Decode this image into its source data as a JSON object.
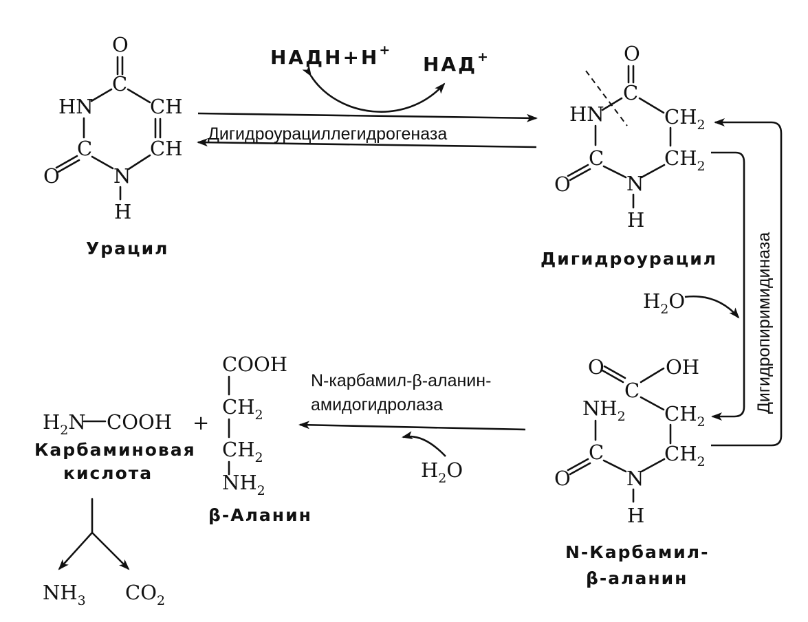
{
  "uracil": {
    "atom_o_top": "O",
    "atom_c4": "C",
    "atom_hn": "HN",
    "atom_ch5": "CH",
    "atom_ch6": "CH",
    "atom_c2": "C",
    "atom_o_left": "O",
    "atom_n1": "N",
    "atom_h": "H",
    "caption": "Урацил"
  },
  "reaction1": {
    "cofactor_left": "НАДН+Н",
    "cofactor_left_sup": "+",
    "cofactor_right": "НАД",
    "cofactor_right_sup": "+",
    "enzyme": "Дигидроурациллегидрогеназа"
  },
  "dihydrouracil": {
    "atom_o_top": "O",
    "atom_c4": "C",
    "atom_hn": "HN",
    "atom_ch2_a": "CH",
    "atom_ch2_a_sub": "2",
    "atom_ch2_b": "CH",
    "atom_ch2_b_sub": "2",
    "atom_c2": "C",
    "atom_o_left": "O",
    "atom_n1": "N",
    "atom_h": "H",
    "caption": "Дигидроурацил"
  },
  "reaction2": {
    "enzyme": "Дигидропиримидиназа",
    "water": "H",
    "water_sub": "2",
    "water_o": "O"
  },
  "carbamyl_alanine": {
    "atom_o": "O",
    "atom_c_acid": "C",
    "atom_oh": "OH",
    "atom_nh2": "NH",
    "atom_nh2_sub": "2",
    "atom_ch2_a": "CH",
    "atom_ch2_a_sub": "2",
    "atom_ch2_b": "CH",
    "atom_ch2_b_sub": "2",
    "atom_c": "C",
    "atom_o_left": "O",
    "atom_n": "N",
    "atom_h": "H",
    "caption_line1": "N-Карбамил-",
    "caption_line2": "β-аланин"
  },
  "reaction3": {
    "enzyme_line1": "N-карбамил-β-аланин-",
    "enzyme_line2": "амидогидролаза",
    "water": "H",
    "water_sub": "2",
    "water_o": "O"
  },
  "products": {
    "carbamic_h": "H",
    "carbamic_h_sub": "2",
    "carbamic_n": "N",
    "carbamic_cooh": "COOH",
    "carbamic_caption_line1": "Карбаминовая",
    "carbamic_caption_line2": "кислота",
    "plus": "+",
    "alanine_cooh": "COOH",
    "alanine_ch2_a": "CH",
    "alanine_ch2_a_sub": "2",
    "alanine_ch2_b": "CH",
    "alanine_ch2_b_sub": "2",
    "alanine_nh2": "NH",
    "alanine_nh2_sub": "2",
    "alanine_caption": "β-Аланин",
    "nh3": "NH",
    "nh3_sub": "3",
    "co2": "CO",
    "co2_sub": "2"
  }
}
